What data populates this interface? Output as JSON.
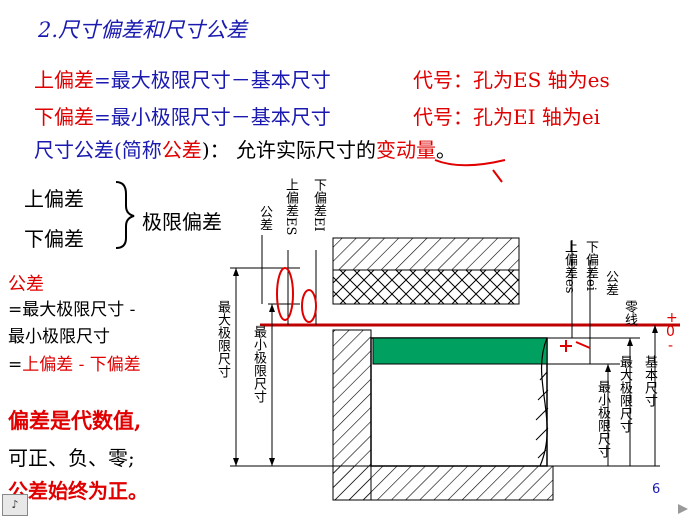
{
  "slide": {
    "title": "2.尺寸偏差和尺寸公差",
    "line1_term": "上偏差",
    "line1_def": "=最大极限尺寸－基本尺寸",
    "line1_code": "代号：孔为ES  轴为es",
    "line2_term": "下偏差",
    "line2_def": "=最小极限尺寸－基本尺寸",
    "line2_code": "代号：孔为EI  轴为ei",
    "line3_a": "尺寸公差(简称",
    "line3_b": "公差",
    "line3_c": ")：  允许实际尺寸的",
    "line3_d": "变动量",
    "line3_e": "。",
    "brace_upper": "上偏差",
    "brace_lower": "下偏差",
    "brace_label": "极限偏差",
    "tolerance_title": "公差",
    "tolerance_line1": "=最大极限尺寸 -",
    "tolerance_line2": "最小极限尺寸",
    "tolerance_line3_a": "=",
    "tolerance_line3_b": "上偏差 - 下偏差",
    "algebra_line1": "偏差是代数值,",
    "algebra_line2": "可正、负、零;",
    "algebra_line3": "公差始终为正。",
    "page_number": "6",
    "nav_icon": "speaker-icon"
  },
  "diagram": {
    "hole_label_tol": "公差",
    "hole_label_es": "上偏差ES",
    "hole_label_ei": "下偏差EI",
    "hole_max": "最大极限尺寸",
    "hole_min": "最小极限尺寸",
    "shaft_es": "上偏差es",
    "shaft_ei": "下偏差ei",
    "shaft_tol": "公差",
    "zero_line": "零线",
    "shaft_min": "最小极限尺寸",
    "shaft_max": "最大极限尺寸",
    "basic_size": "基本尺寸",
    "hand_marks": "+ 0 -",
    "colors": {
      "zero_line": "#c00000",
      "shaft_zone": "#00a060",
      "hatch": "#000000"
    }
  }
}
